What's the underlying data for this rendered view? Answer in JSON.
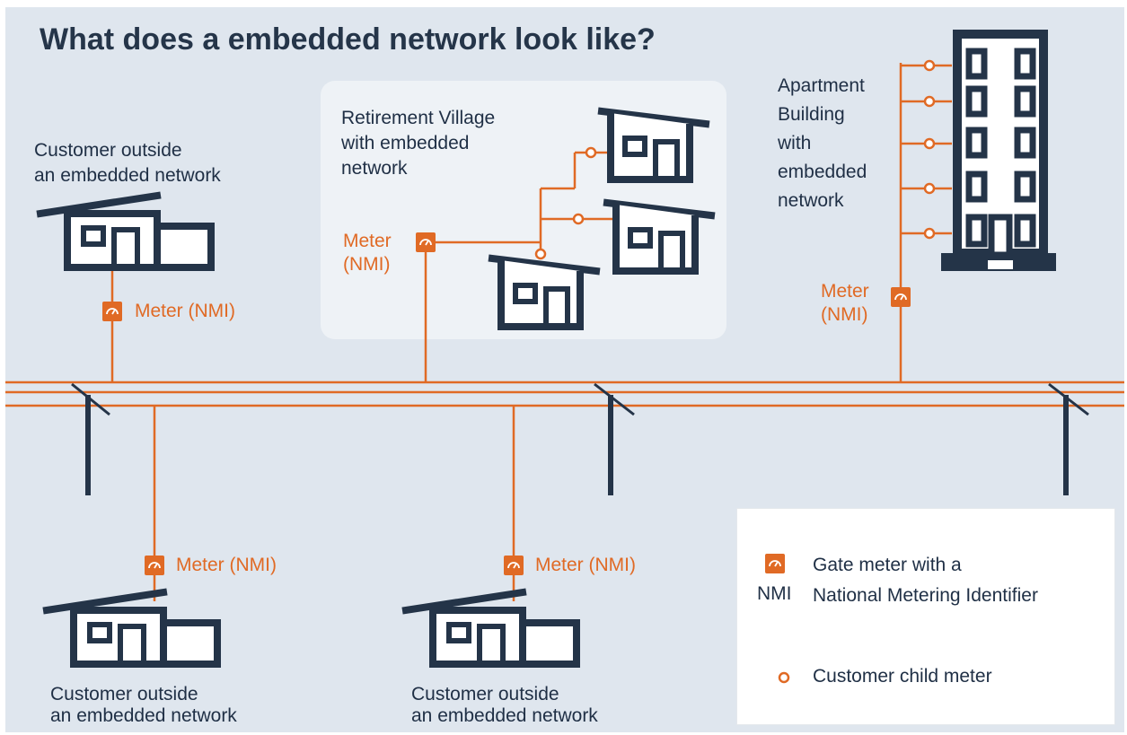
{
  "title": "What does a embedded network look like?",
  "labels": {
    "customer_top_left": "Customer outside\nan embedded network",
    "customer_bottom_left": "Customer outside\nan embedded network",
    "customer_bottom_mid": "Customer outside\nan embedded network",
    "retirement_village": "Retirement Village\nwith embedded\nnetwork",
    "apartment_building": "Apartment\nBuilding\nwith\nembedded\nnetwork"
  },
  "meter_labels": {
    "top_left": "Meter (NMI)",
    "village": "Meter\n(NMI)",
    "apartment": "Meter\n(NMI)",
    "bottom_left": "Meter (NMI)",
    "bottom_mid": "Meter (NMI)"
  },
  "legend": {
    "gate_meter_abbr": "NMI",
    "gate_meter_text": "Gate meter with a\nNational Metering Identifier",
    "child_meter_text": "Customer child meter"
  },
  "colors": {
    "accent_orange": "#e06a25",
    "navy": "#243448",
    "background": "#dfe6ee"
  },
  "icons": [
    "meter-gauge-icon",
    "house-icon",
    "apartment-building-icon",
    "power-pole-icon",
    "child-meter-icon"
  ]
}
